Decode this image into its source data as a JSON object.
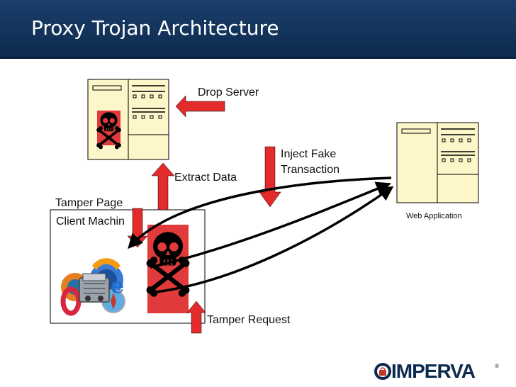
{
  "slide": {
    "title": "Proxy Trojan Architecture"
  },
  "labels": {
    "drop_server": "Drop Server",
    "inject_fake_line1": "Inject Fake",
    "inject_fake_line2": "Transaction",
    "extract_data": "Extract Data",
    "tamper_page": "Tamper Page",
    "client_machine": "Client Machin",
    "web_application": "Web Application",
    "tamper_request": "Tamper Request"
  },
  "logo": {
    "text": "IMPERVA",
    "reg_mark": "®"
  },
  "icons": {
    "trojan": "skull-crossbones-icon",
    "browsers": "browser-logos-icon",
    "engine": "engine-icon",
    "server": "server-window-icon"
  },
  "colors": {
    "title_bar": "#0d2a4f",
    "arrow_red": "#e42b2b",
    "skull_bg": "#e03a3a",
    "window_bg": "#fdf6c8"
  }
}
